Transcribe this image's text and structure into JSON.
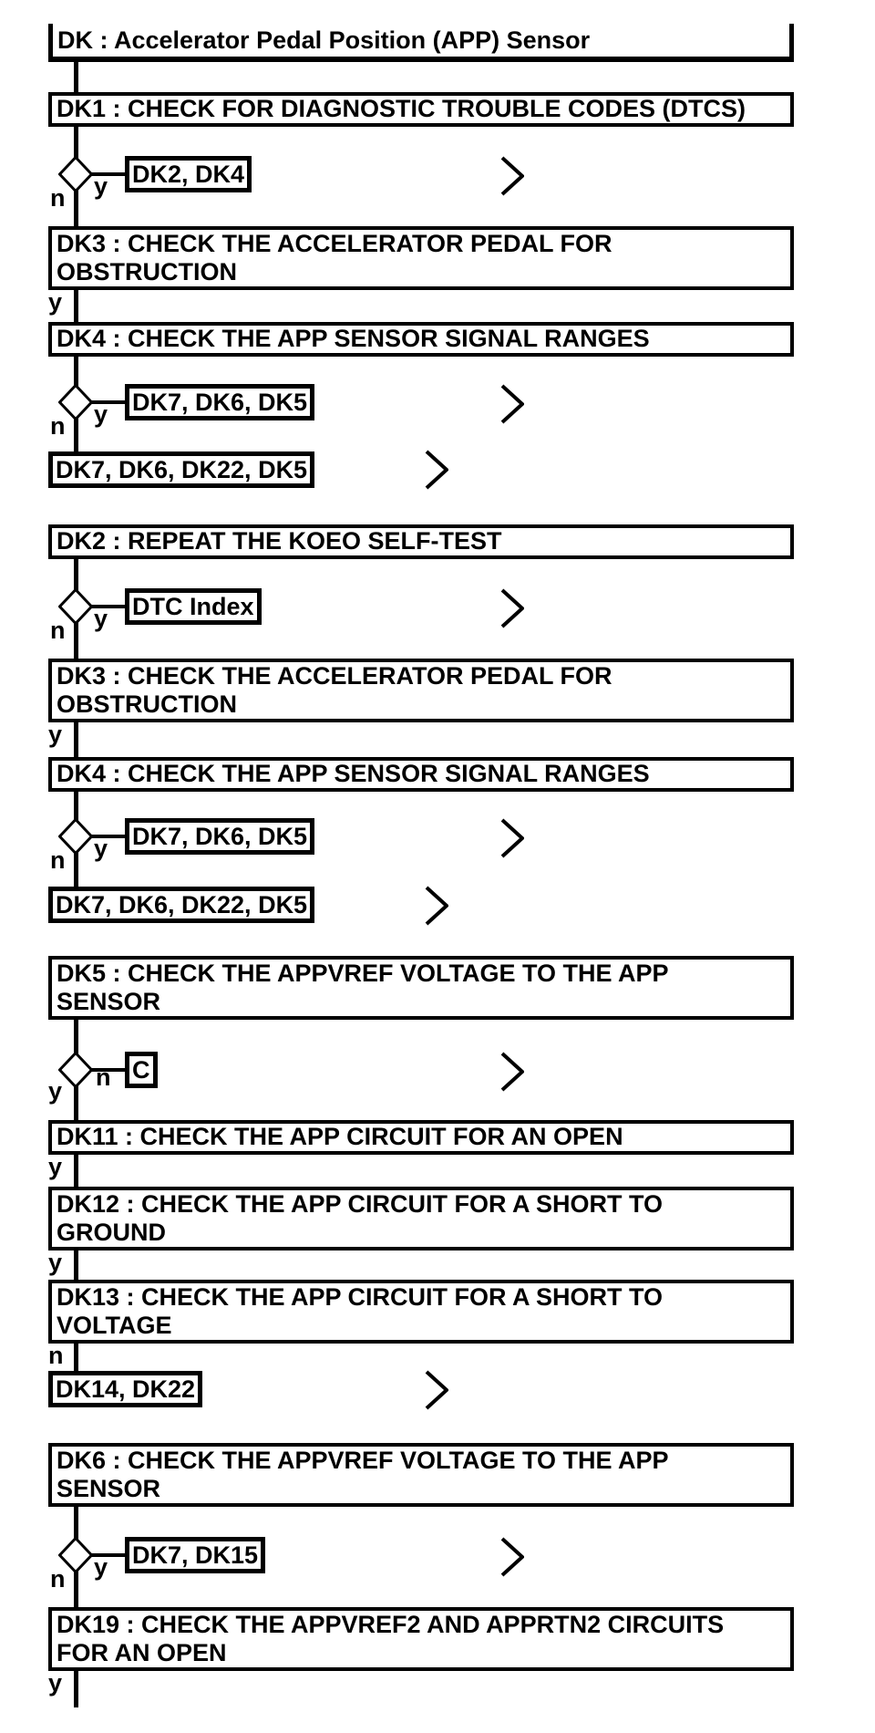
{
  "title": "DK : Accelerator Pedal Position (APP) Sensor",
  "branch_labels": {
    "yes": "y",
    "no": "n"
  },
  "steps": {
    "dk1": {
      "line1": "DK1 : CHECK FOR DIAGNOSTIC TROUBLE CODES (DTCS)"
    },
    "dk2": {
      "line1": "DK2 : REPEAT THE KOEO SELF-TEST"
    },
    "dk3": {
      "line1": "DK3 : CHECK THE ACCELERATOR PEDAL FOR",
      "line2": "OBSTRUCTION"
    },
    "dk4": {
      "line1": "DK4 : CHECK THE APP SENSOR SIGNAL RANGES"
    },
    "dk5": {
      "line1": "DK5 : CHECK THE APPVREF VOLTAGE TO THE APP",
      "line2": "SENSOR"
    },
    "dk6": {
      "line1": "DK6 : CHECK THE APPVREF VOLTAGE TO THE APP",
      "line2": "SENSOR"
    },
    "dk11": {
      "line1": "DK11 : CHECK THE APP CIRCUIT FOR AN OPEN"
    },
    "dk12": {
      "line1": "DK12 : CHECK THE APP CIRCUIT FOR A SHORT TO",
      "line2": "GROUND"
    },
    "dk13": {
      "line1": "DK13 : CHECK THE APP CIRCUIT FOR A SHORT TO",
      "line2": "VOLTAGE"
    },
    "dk19": {
      "line1": "DK19 : CHECK THE APPVREF2 AND APPRTN2 CIRCUITS",
      "line2": "FOR AN OPEN"
    }
  },
  "refs": {
    "dk2_dk4": "DK2, DK4",
    "dk7_dk6_dk5": "DK7, DK6, DK5",
    "dk7_dk6_dk22_dk5": "DK7, DK6, DK22, DK5",
    "dtc_index": "DTC Index",
    "c": "C",
    "dk14_dk22": "DK14, DK22",
    "dk7_dk15": "DK7, DK15"
  },
  "colors": {
    "ink": "#000000",
    "paper": "#ffffff"
  }
}
